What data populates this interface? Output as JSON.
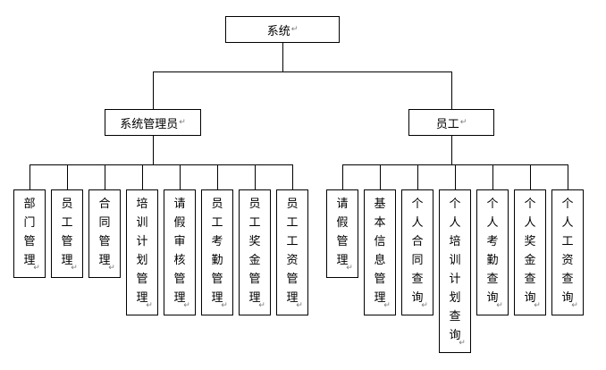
{
  "para_mark": "↵",
  "root": {
    "label": "系统"
  },
  "level1": [
    {
      "key": "admin",
      "label": "系统管理员",
      "children": [
        {
          "label": "部门管理"
        },
        {
          "label": "员工管理"
        },
        {
          "label": "合同管理"
        },
        {
          "label": "培训计划管理"
        },
        {
          "label": "请假审核管理"
        },
        {
          "label": "员工考勤管理"
        },
        {
          "label": "员工奖金管理"
        },
        {
          "label": "员工工资管理"
        }
      ]
    },
    {
      "key": "staff",
      "label": "员工",
      "children": [
        {
          "label": "请假管理"
        },
        {
          "label": "基本信息管理"
        },
        {
          "label": "个人合同查询"
        },
        {
          "label": "个人培训计划查询"
        },
        {
          "label": "个人考勤查询"
        },
        {
          "label": "个人奖金查询"
        },
        {
          "label": "个人工资查询"
        }
      ]
    }
  ]
}
